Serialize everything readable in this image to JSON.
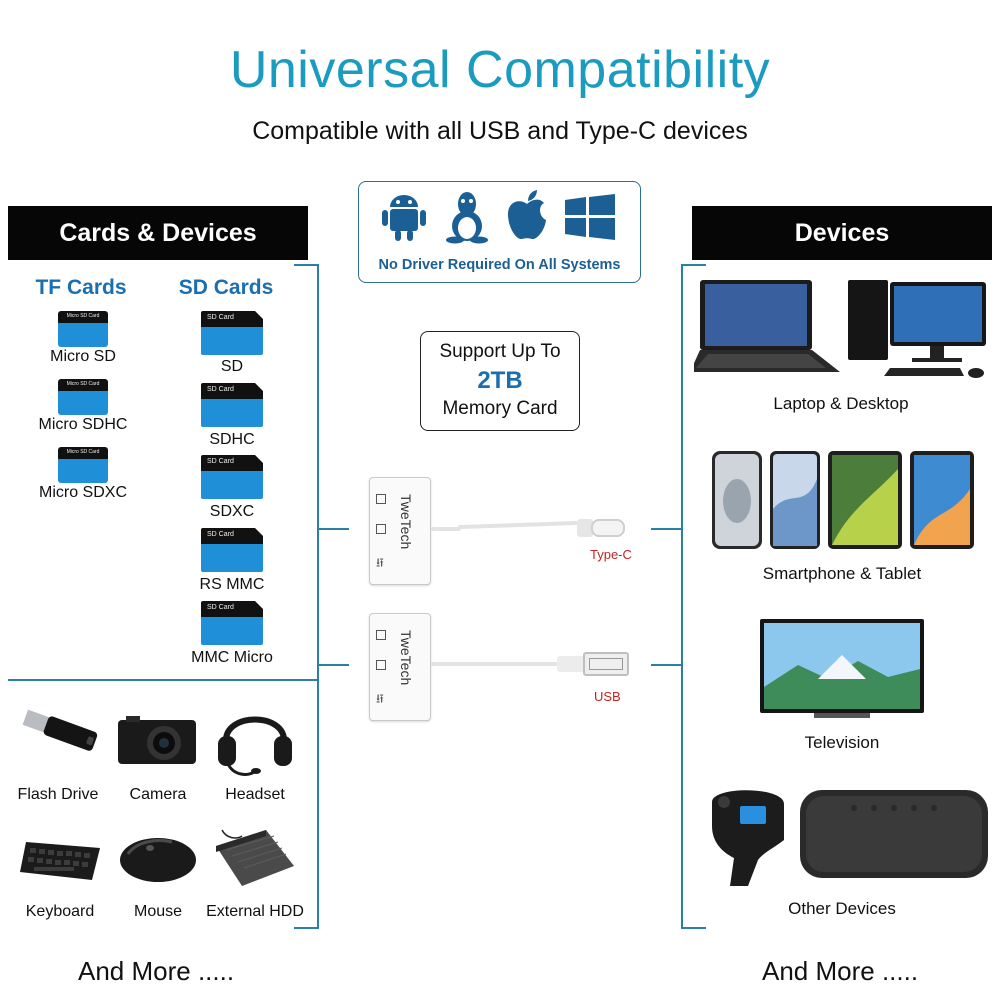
{
  "header": {
    "title": "Universal Compatibility",
    "subtitle": "Compatible with all USB and Type-C devices"
  },
  "os_box": {
    "icons": [
      "android-icon",
      "linux-icon",
      "apple-icon",
      "windows-icon"
    ],
    "caption": "No Driver Required On All Systems"
  },
  "support": {
    "line1": "Support Up To",
    "line2": "2TB",
    "line3": "Memory Card"
  },
  "left_panel": {
    "heading": "Cards & Devices",
    "tf": {
      "heading": "TF Cards",
      "card_print": "Micro SD Card",
      "items": [
        "Micro SD",
        "Micro SDHC",
        "Micro SDXC"
      ]
    },
    "sd": {
      "heading": "SD Cards",
      "card_print": "SD Card",
      "items": [
        "SD",
        "SDHC",
        "SDXC",
        "RS MMC",
        "MMC Micro"
      ]
    },
    "devices": [
      "Flash Drive",
      "Camera",
      "Headset",
      "Keyboard",
      "Mouse",
      "External HDD"
    ],
    "more": "And More ....."
  },
  "adapters": {
    "brand": "TweTech",
    "connectors": [
      "Type-C",
      "USB"
    ]
  },
  "right_panel": {
    "heading": "Devices",
    "items": [
      "Laptop & Desktop",
      "Smartphone & Tablet",
      "Television",
      "Other Devices"
    ],
    "more": "And More ....."
  },
  "colors": {
    "title": "#1b9bc0",
    "accent_blue": "#1b6fb0",
    "bracket_line": "#2a7fa8",
    "header_bg": "#060606",
    "connector_label": "#c42323"
  }
}
